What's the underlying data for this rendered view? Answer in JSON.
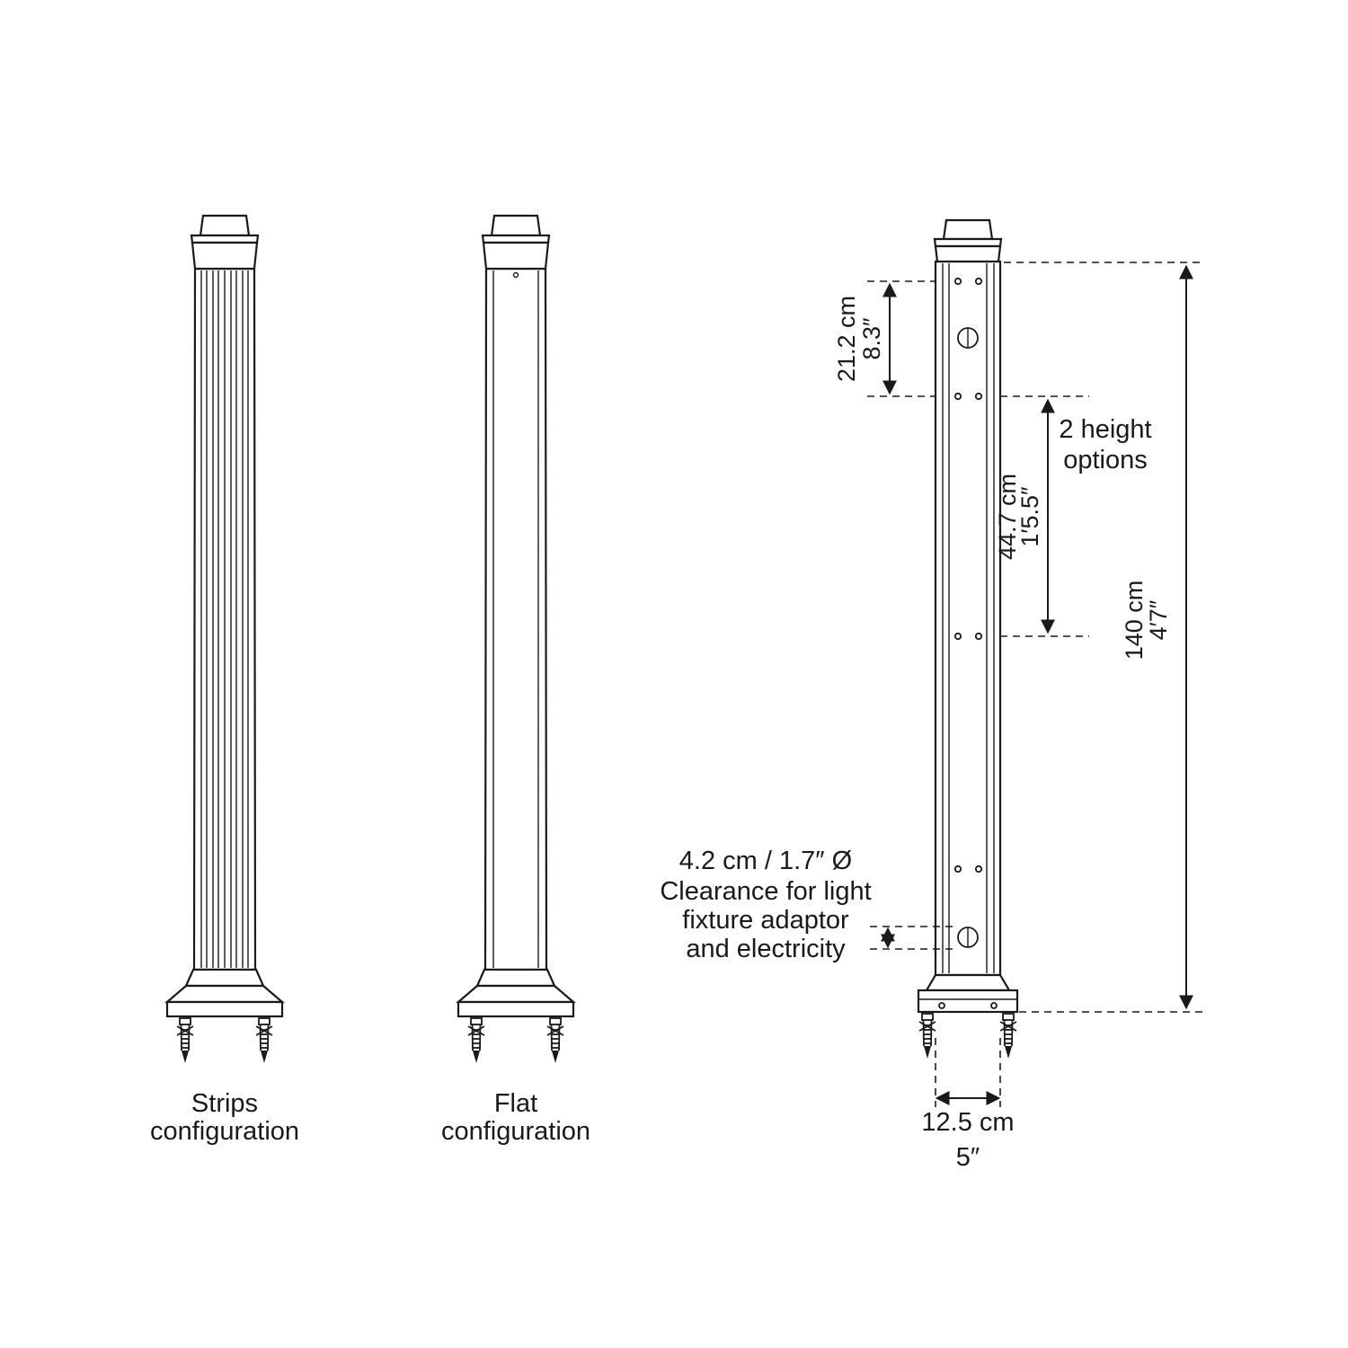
{
  "page": {
    "background": "#ffffff",
    "ink": "#1a1a1a"
  },
  "columns": {
    "strips": {
      "label_line1": "Strips",
      "label_line2": "configuration"
    },
    "flat": {
      "label_line1": "Flat",
      "label_line2": "configuration"
    }
  },
  "dimensions": {
    "top_offset": {
      "cm": "21.2 cm",
      "inch": "8.3″"
    },
    "mid_offset": {
      "cm": "44.7 cm",
      "inch": "1′5.5″"
    },
    "total_height": {
      "cm": "140 cm",
      "inch": "4′7″"
    },
    "width": {
      "cm": "12.5 cm",
      "inch": "5″"
    }
  },
  "annotations": {
    "height_options_line1": "2 height",
    "height_options_line2": "options",
    "clearance_line1": "4.2 cm / 1.7″  Ø",
    "clearance_line2": "Clearance for light",
    "clearance_line3": "fixture adaptor",
    "clearance_line4": "and electricity"
  }
}
